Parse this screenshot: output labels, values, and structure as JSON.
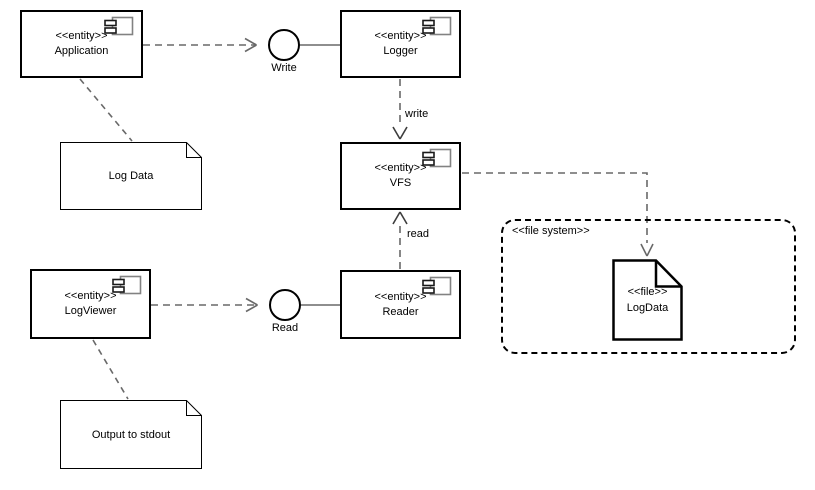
{
  "components": {
    "application": {
      "stereotype": "<<entity>>",
      "name": "Application"
    },
    "logger": {
      "stereotype": "<<entity>>",
      "name": "Logger"
    },
    "vfs": {
      "stereotype": "<<entity>>",
      "name": "VFS"
    },
    "reader": {
      "stereotype": "<<entity>>",
      "name": "Reader"
    },
    "logviewer": {
      "stereotype": "<<entity>>",
      "name": "LogViewer"
    }
  },
  "interfaces": {
    "write": {
      "label": "Write"
    },
    "read": {
      "label": "Read"
    }
  },
  "edge_labels": {
    "write": "write",
    "read": "read"
  },
  "notes": {
    "log_data": {
      "text": "Log Data"
    },
    "output": {
      "text": "Output to stdout"
    }
  },
  "package": {
    "stereotype": "<<file system>>"
  },
  "file_node": {
    "stereotype": "<<file>>",
    "name": "LogData"
  },
  "icons": {
    "component_icon": "uml-component-glyph",
    "note_fold": "dog-ear-fold",
    "file_fold": "dog-ear-fold"
  },
  "colors": {
    "connector": "#696969",
    "arrowhead_dark": "#3d3d3d",
    "border": "#000000",
    "icon_gray": "#828282",
    "canvas": "#ffffff"
  }
}
